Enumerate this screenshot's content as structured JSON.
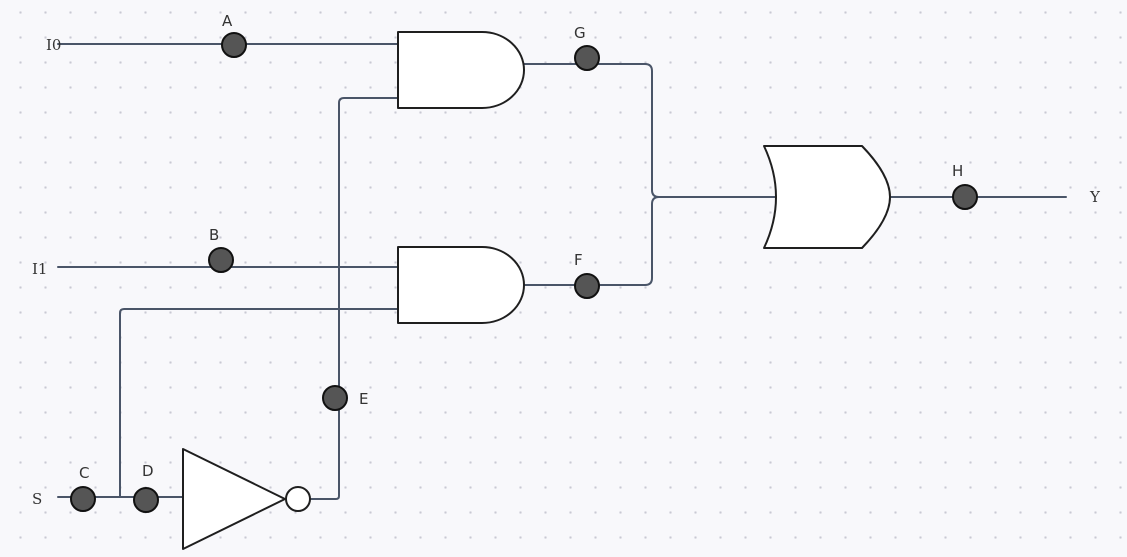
{
  "diagram": {
    "inputs": {
      "i0": "I0",
      "i1": "I1",
      "s": "S"
    },
    "output": {
      "y": "Y"
    },
    "nodes": {
      "a": "A",
      "b": "B",
      "c": "C",
      "d": "D",
      "e": "E",
      "f": "F",
      "g": "G",
      "h": "H"
    },
    "colors": {
      "wire": "#4a5568",
      "gate_stroke": "#1f1f1f",
      "gate_fill": "#ffffff",
      "probe_fill": "#555555",
      "probe_stroke": "#111111",
      "background": "#f8f8fb",
      "grid_dot": "#c9c9d3"
    }
  }
}
